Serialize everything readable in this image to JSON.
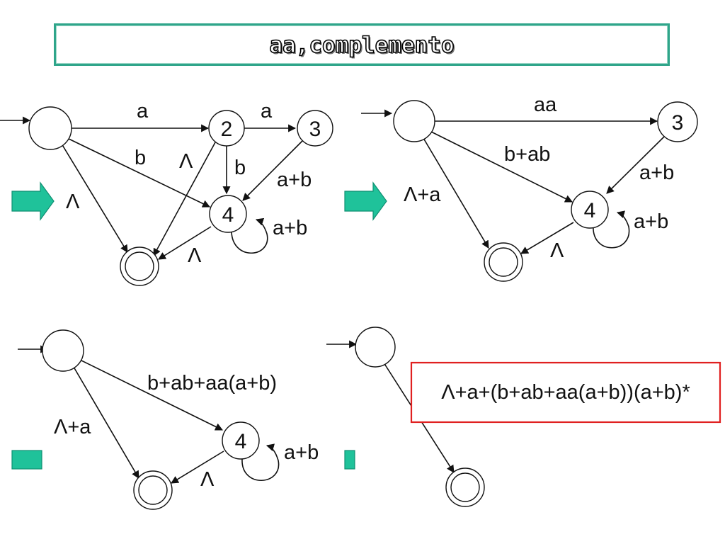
{
  "title": "aa,complemento",
  "colors": {
    "accent": "#1fc29a",
    "title_border": "#2fa58a",
    "result_border": "#e02020"
  },
  "diagram1": {
    "nodes": {
      "n2": "2",
      "n3": "3",
      "n4": "4"
    },
    "edges": {
      "start_to_2": "a",
      "n2_to_3": "a",
      "start_to_4": "b",
      "n2_to_final": "Λ",
      "n2_to_4": "b",
      "n3_to_4": "a+b",
      "start_to_final": "Λ",
      "n4_loop": "a+b",
      "n4_to_final": "Λ"
    }
  },
  "diagram2": {
    "nodes": {
      "n3": "3",
      "n4": "4"
    },
    "edges": {
      "start_to_3": "aa",
      "start_to_4": "b+ab",
      "n3_to_4": "a+b",
      "start_to_final": "Λ+a",
      "n4_loop": "a+b",
      "n4_to_final": "Λ"
    }
  },
  "diagram3": {
    "nodes": {
      "n4": "4"
    },
    "edges": {
      "start_to_4": "b+ab+aa(a+b)",
      "start_to_final": "Λ+a",
      "n4_loop": "a+b",
      "n4_to_final": "Λ"
    }
  },
  "diagram4": {
    "result": "Λ+a+(b+ab+aa(a+b))(a+b)*"
  }
}
